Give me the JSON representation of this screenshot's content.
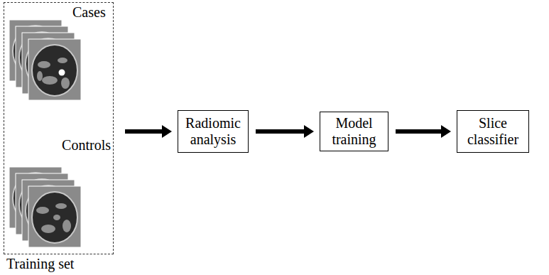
{
  "diagram": {
    "nodes": [
      {
        "text": [
          "Cases",
          "Controls",
          "Training set"
        ]
      },
      {
        "text": [
          "Radiomic analysis"
        ]
      },
      {
        "text": [
          "Model training"
        ]
      },
      {
        "text": [
          "Slice classifier"
        ]
      }
    ],
    "edges": [
      {
        "from": 0,
        "to": 1,
        "arrow": "to"
      },
      {
        "from": 1,
        "to": 2,
        "arrow": "to"
      },
      {
        "from": 2,
        "to": 3,
        "arrow": "to"
      }
    ]
  }
}
